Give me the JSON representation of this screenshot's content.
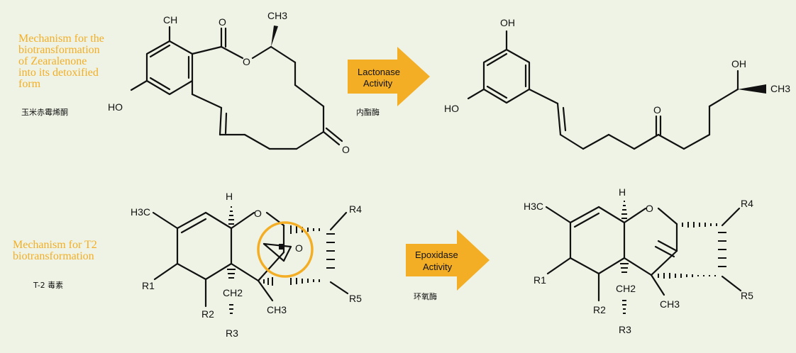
{
  "captions": {
    "zearalenone_mechanism": "Mechanism for the\nbiotransformation\nof Zearalenone\ninto its detoxified\nform",
    "zearalenone_cn": "玉米赤霉烯酮",
    "t2_mechanism": "Mechanism for T2\nbiotransformation",
    "t2_cn": "T-2 毒素"
  },
  "arrows": {
    "lactonase": {
      "label_line1": "Lactonase",
      "label_line2": "Activity",
      "cn": "内酯酶"
    },
    "epoxidase": {
      "label_line1": "Epoxidase",
      "label_line2": "Activity",
      "cn": "环氧酶"
    }
  },
  "atoms": {
    "ch": "CH",
    "ch3": "CH3",
    "ho": "HO",
    "oh": "OH",
    "o": "O",
    "h": "H",
    "h3c": "H3C",
    "ch2": "CH2",
    "r1": "R1",
    "r2": "R2",
    "r3": "R3",
    "r4": "R4",
    "r5": "R5"
  },
  "colors": {
    "background": "#eef3e5",
    "accent_orange": "#f3ae25",
    "bond": "#111111"
  }
}
